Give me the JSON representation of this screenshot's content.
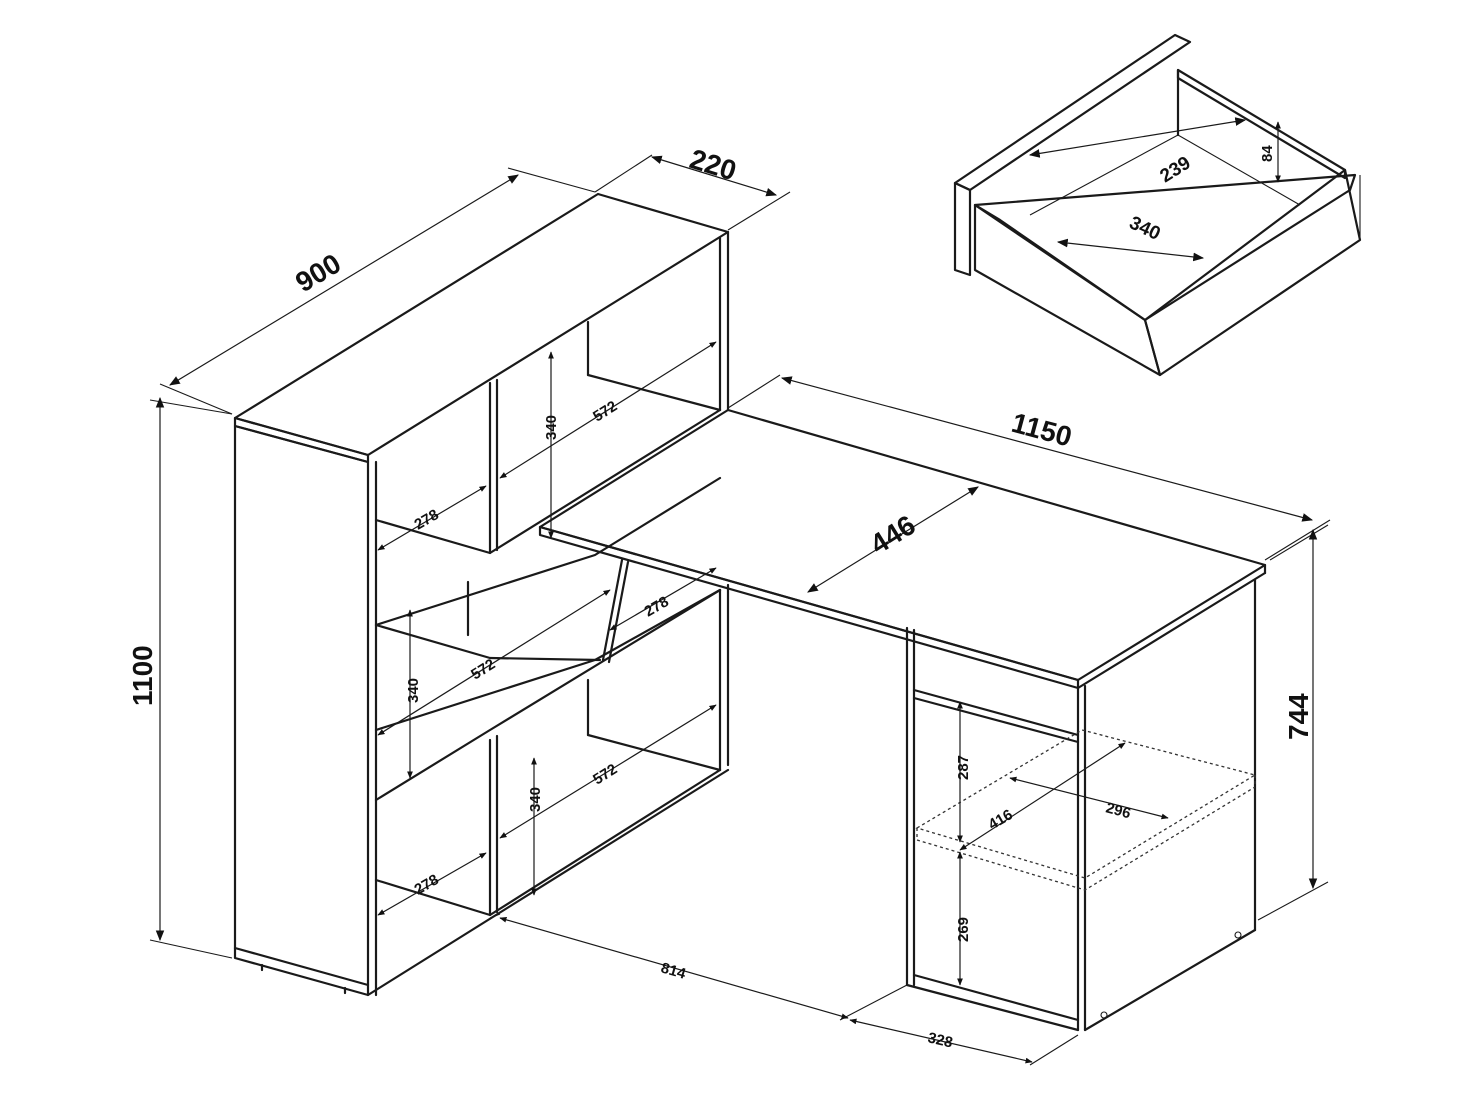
{
  "dimensions": {
    "shelf_width": "900",
    "shelf_depth": "220",
    "total_height": "1100",
    "desk_length": "1150",
    "desk_depth": "446",
    "desk_height": "744",
    "base_length": "814",
    "cabinet_width": "328",
    "drawer_width": "340",
    "drawer_depth": "239",
    "drawer_height": "84",
    "compartment_height": "340",
    "compartment_width": "572",
    "compartment_depth": "278",
    "cabinet_upper_height": "287",
    "cabinet_lower_height": "269",
    "cabinet_shelf_width": "416",
    "cabinet_shelf_depth": "296"
  }
}
